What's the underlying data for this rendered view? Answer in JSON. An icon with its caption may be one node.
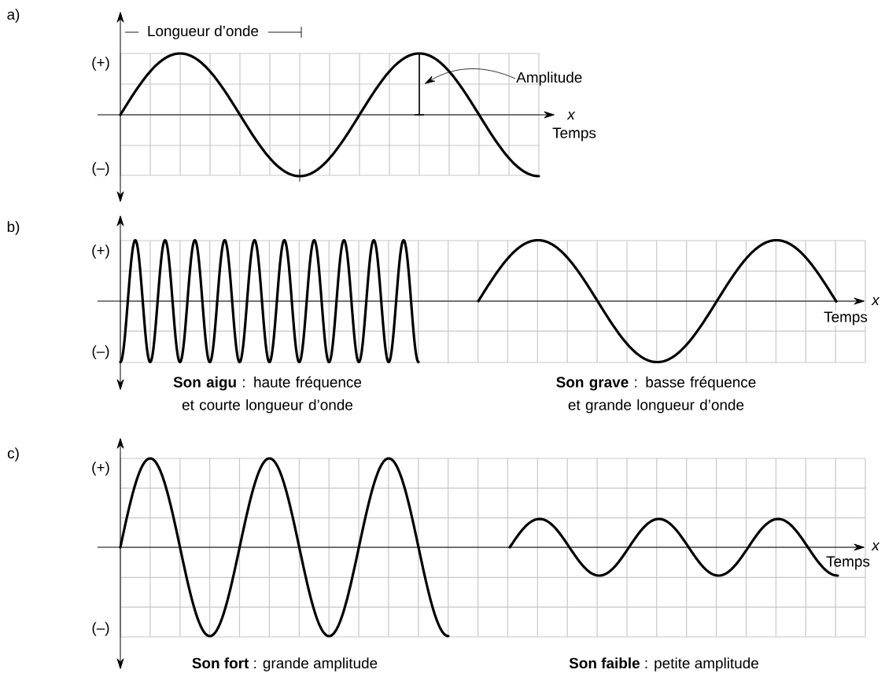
{
  "diagram": {
    "nodes": [
      {
        "text": [
          "Amplitude"
        ]
      },
      {
        "text": [],
        "shape": "bar"
      }
    ],
    "edges": [
      {
        "from": 0,
        "to": 1,
        "arrow": "to"
      }
    ],
    "labels": [
      "a)",
      "Longueur d’onde",
      "(+)",
      "x",
      "Temps",
      "(–)",
      "b)",
      "(+)",
      "x",
      "Temps",
      "(–)",
      "**Son aigu** : haute fréquence et courte longueur d’onde",
      "**Son grave** : basse fréquence et grande longueur d’onde",
      "c)",
      "(+)",
      "x",
      "Temps",
      "(–)",
      "**Son fort** : grande amplitude",
      "**Son faible** : petite amplitude"
    ]
  }
}
